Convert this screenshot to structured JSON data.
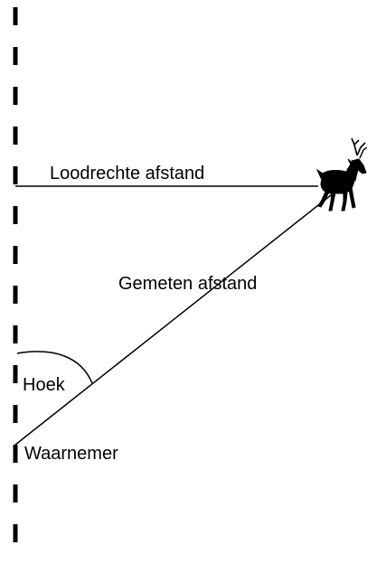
{
  "diagram": {
    "labels": {
      "perpendicular_distance": "Loodrechte afstand",
      "measured_distance": "Gemeten afstand",
      "angle": "Hoek",
      "observer": "Waarnemer"
    },
    "icons": {
      "animal": "deer-icon"
    },
    "colors": {
      "line": "#000000",
      "background": "#ffffff"
    }
  }
}
